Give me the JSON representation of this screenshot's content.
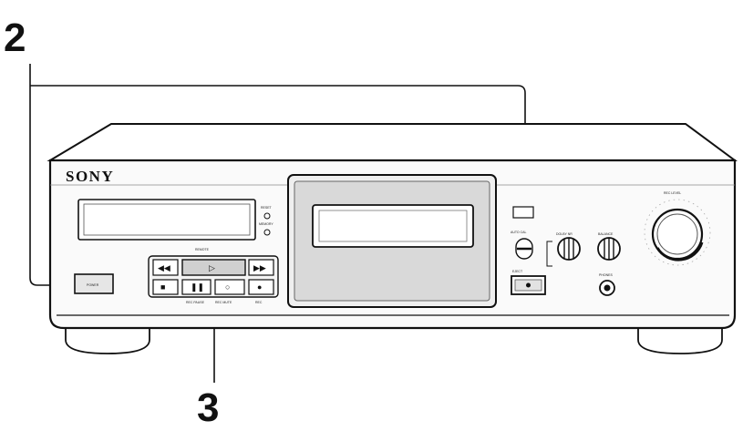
{
  "callouts": {
    "step_a": "2",
    "step_b": "3"
  },
  "deck": {
    "brand": "SONY",
    "panel_labels": {
      "indicator_top": "RESET",
      "indicator_bottom": "MEMORY",
      "remote": "REMOTE",
      "auto_cal": "AUTO CAL",
      "dolby": "DOLBY NR",
      "balance": "BALANCE",
      "eject": "EJECT",
      "phones": "PHONES",
      "rec_level": "REC LEVEL",
      "rec_mute": "REC MUTE",
      "rec_pause": "REC PAUSE",
      "rec": "REC",
      "power": "POWER"
    },
    "transport_symbols": {
      "rewind": "◀◀",
      "play": "▷",
      "fast_forward": "▶▶",
      "stop": "■",
      "pause": "❚❚",
      "rec_mute": "○",
      "rec": "●"
    }
  },
  "colors": {
    "line": "#111111",
    "panel": "#f4f4f4",
    "window": "#d9d9d9",
    "paper": "#ffffff"
  }
}
